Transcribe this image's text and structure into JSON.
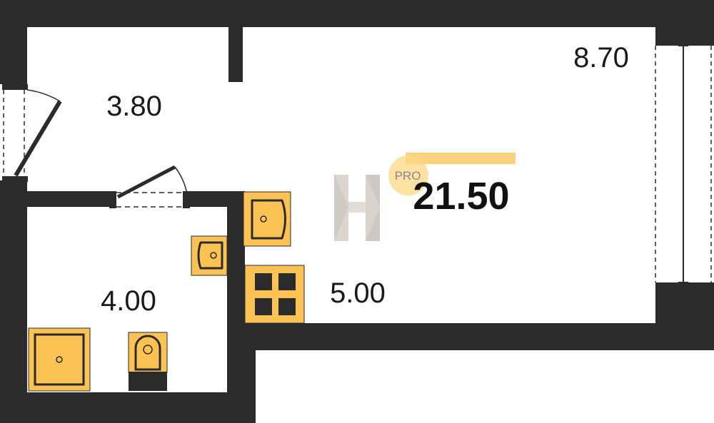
{
  "rooms": {
    "hall_area": "3.80",
    "room_area": "8.70",
    "bath_area": "4.00",
    "kitchen_area": "5.00"
  },
  "total_area": "21.50",
  "badge": "PRO",
  "colors": {
    "wall": "#2b2b2b",
    "fixture": "#fcc254",
    "accent": "#fcc96a",
    "logo": "#d6cfca"
  },
  "icons": {
    "watermark": "h-logo-icon",
    "sink": "sink-icon",
    "stove": "stove-icon",
    "shower": "shower-icon",
    "toilet": "toilet-icon",
    "door": "door-swing-icon",
    "window": "window-icon"
  }
}
